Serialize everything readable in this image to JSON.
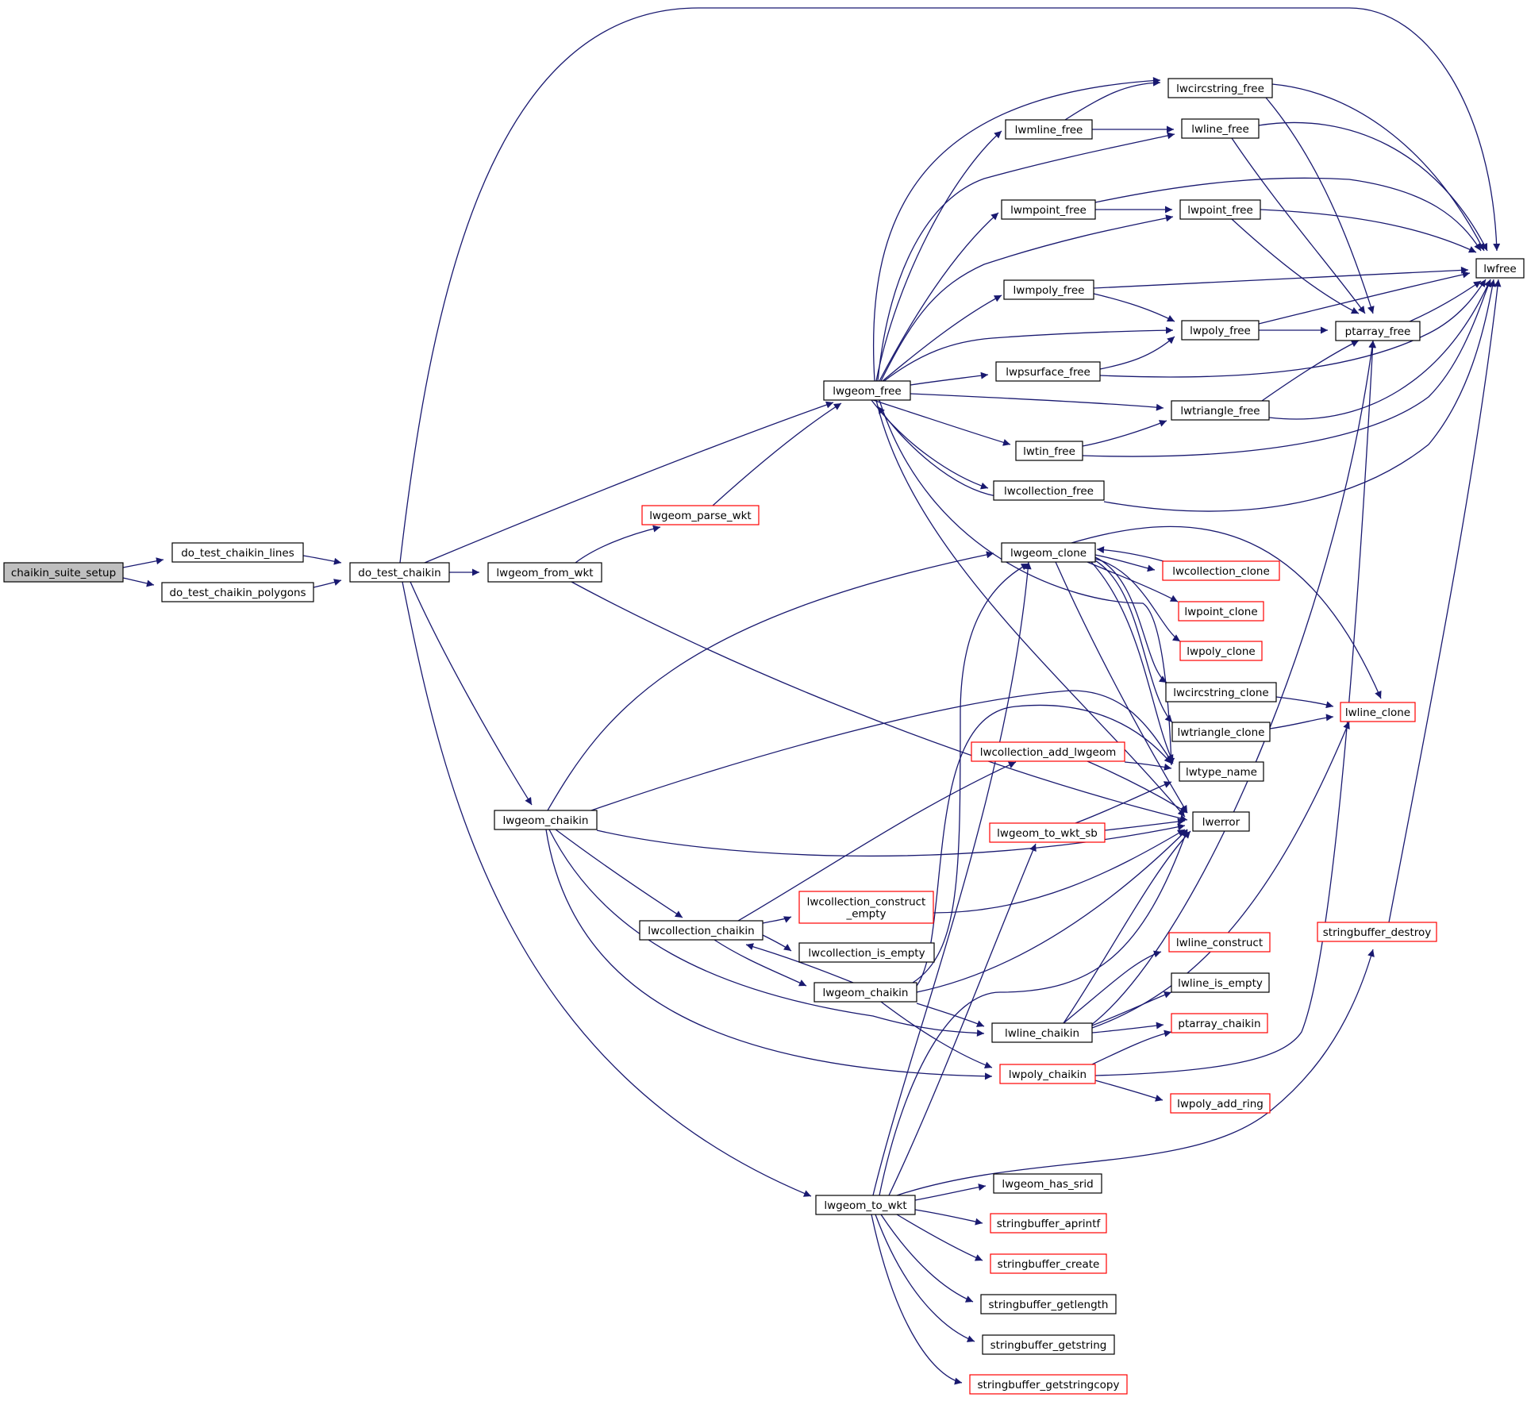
{
  "colors": {
    "edge": "#191970",
    "box_border": "#000000",
    "box_truncated_border": "#ff0000",
    "box_root_fill": "#bfbfbf",
    "box_fill": "#ffffff",
    "text": "#000000"
  },
  "nodes": [
    {
      "id": "chaikin_suite_setup",
      "label": "chaikin_suite_setup",
      "style": "root"
    },
    {
      "id": "do_test_chaikin_lines",
      "label": "do_test_chaikin_lines",
      "style": "normal"
    },
    {
      "id": "do_test_chaikin_polygons",
      "label": "do_test_chaikin_polygons",
      "style": "normal"
    },
    {
      "id": "do_test_chaikin",
      "label": "do_test_chaikin",
      "style": "normal"
    },
    {
      "id": "lwgeom_from_wkt",
      "label": "lwgeom_from_wkt",
      "style": "normal"
    },
    {
      "id": "lwgeom_parse_wkt",
      "label": "lwgeom_parse_wkt",
      "style": "truncated"
    },
    {
      "id": "lwgeom_free",
      "label": "lwgeom_free",
      "style": "normal"
    },
    {
      "id": "lwgeom_chaikin",
      "label": "lwgeom_chaikin",
      "style": "normal"
    },
    {
      "id": "lwgeom_to_wkt",
      "label": "lwgeom_to_wkt",
      "style": "normal"
    },
    {
      "id": "lwmline_free",
      "label": "lwmline_free",
      "style": "normal"
    },
    {
      "id": "lwmpoint_free",
      "label": "lwmpoint_free",
      "style": "normal"
    },
    {
      "id": "lwmpoly_free",
      "label": "lwmpoly_free",
      "style": "normal"
    },
    {
      "id": "lwpsurface_free",
      "label": "lwpsurface_free",
      "style": "normal"
    },
    {
      "id": "lwtin_free",
      "label": "lwtin_free",
      "style": "normal"
    },
    {
      "id": "lwcollection_free",
      "label": "lwcollection_free",
      "style": "normal"
    },
    {
      "id": "lwcircstring_free",
      "label": "lwcircstring_free",
      "style": "normal"
    },
    {
      "id": "lwline_free",
      "label": "lwline_free",
      "style": "normal"
    },
    {
      "id": "lwpoint_free",
      "label": "lwpoint_free",
      "style": "normal"
    },
    {
      "id": "lwpoly_free",
      "label": "lwpoly_free",
      "style": "normal"
    },
    {
      "id": "lwtriangle_free",
      "label": "lwtriangle_free",
      "style": "normal"
    },
    {
      "id": "ptarray_free",
      "label": "ptarray_free",
      "style": "normal"
    },
    {
      "id": "lwfree",
      "label": "lwfree",
      "style": "normal"
    },
    {
      "id": "lwgeom_clone",
      "label": "lwgeom_clone",
      "style": "normal"
    },
    {
      "id": "lwcollection_clone",
      "label": "lwcollection_clone",
      "style": "truncated"
    },
    {
      "id": "lwpoint_clone",
      "label": "lwpoint_clone",
      "style": "truncated"
    },
    {
      "id": "lwpoly_clone",
      "label": "lwpoly_clone",
      "style": "truncated"
    },
    {
      "id": "lwcircstring_clone",
      "label": "lwcircstring_clone",
      "style": "normal"
    },
    {
      "id": "lwtriangle_clone",
      "label": "lwtriangle_clone",
      "style": "normal"
    },
    {
      "id": "lwline_clone",
      "label": "lwline_clone",
      "style": "truncated"
    },
    {
      "id": "lwtype_name",
      "label": "lwtype_name",
      "style": "normal"
    },
    {
      "id": "lwerror",
      "label": "lwerror",
      "style": "normal"
    },
    {
      "id": "lwcollection_add_lwgeom",
      "label": "lwcollection_add_lwgeom",
      "style": "truncated"
    },
    {
      "id": "lwgeom_to_wkt_sb",
      "label": "lwgeom_to_wkt_sb",
      "style": "truncated"
    },
    {
      "id": "lwcollection_chaikin",
      "label": "lwcollection_chaikin",
      "style": "normal"
    },
    {
      "id": "lwcollection_construct_empty",
      "label": "lwcollection_construct\n_empty",
      "style": "truncated"
    },
    {
      "id": "lwcollection_is_empty",
      "label": "lwcollection_is_empty",
      "style": "normal"
    },
    {
      "id": "lwgeom_chaikin2",
      "label": "lwgeom_chaikin",
      "style": "normal"
    },
    {
      "id": "lwline_chaikin",
      "label": "lwline_chaikin",
      "style": "normal"
    },
    {
      "id": "lwpoly_chaikin",
      "label": "lwpoly_chaikin",
      "style": "truncated"
    },
    {
      "id": "lwline_construct",
      "label": "lwline_construct",
      "style": "truncated"
    },
    {
      "id": "lwline_is_empty",
      "label": "lwline_is_empty",
      "style": "normal"
    },
    {
      "id": "ptarray_chaikin",
      "label": "ptarray_chaikin",
      "style": "truncated"
    },
    {
      "id": "lwpoly_add_ring",
      "label": "lwpoly_add_ring",
      "style": "truncated"
    },
    {
      "id": "stringbuffer_destroy",
      "label": "stringbuffer_destroy",
      "style": "truncated"
    },
    {
      "id": "lwgeom_has_srid",
      "label": "lwgeom_has_srid",
      "style": "normal"
    },
    {
      "id": "stringbuffer_aprintf",
      "label": "stringbuffer_aprintf",
      "style": "truncated"
    },
    {
      "id": "stringbuffer_create",
      "label": "stringbuffer_create",
      "style": "truncated"
    },
    {
      "id": "stringbuffer_getlength",
      "label": "stringbuffer_getlength",
      "style": "normal"
    },
    {
      "id": "stringbuffer_getstring",
      "label": "stringbuffer_getstring",
      "style": "normal"
    },
    {
      "id": "stringbuffer_getstringcopy",
      "label": "stringbuffer_getstringcopy",
      "style": "truncated"
    }
  ],
  "edges": [
    {
      "from": "chaikin_suite_setup",
      "to": "do_test_chaikin_lines"
    },
    {
      "from": "chaikin_suite_setup",
      "to": "do_test_chaikin_polygons"
    },
    {
      "from": "do_test_chaikin_lines",
      "to": "do_test_chaikin"
    },
    {
      "from": "do_test_chaikin_polygons",
      "to": "do_test_chaikin"
    },
    {
      "from": "do_test_chaikin",
      "to": "lwfree"
    },
    {
      "from": "do_test_chaikin",
      "to": "lwgeom_free"
    },
    {
      "from": "do_test_chaikin",
      "to": "lwgeom_from_wkt"
    },
    {
      "from": "do_test_chaikin",
      "to": "lwgeom_chaikin"
    },
    {
      "from": "do_test_chaikin",
      "to": "lwgeom_to_wkt"
    },
    {
      "from": "lwgeom_from_wkt",
      "to": "lwgeom_parse_wkt"
    },
    {
      "from": "lwgeom_from_wkt",
      "to": "lwerror"
    },
    {
      "from": "lwgeom_parse_wkt",
      "to": "lwgeom_free"
    },
    {
      "from": "lwgeom_free",
      "to": "lwcircstring_free"
    },
    {
      "from": "lwgeom_free",
      "to": "lwmline_free"
    },
    {
      "from": "lwgeom_free",
      "to": "lwline_free"
    },
    {
      "from": "lwgeom_free",
      "to": "lwmpoint_free"
    },
    {
      "from": "lwgeom_free",
      "to": "lwpoint_free"
    },
    {
      "from": "lwgeom_free",
      "to": "lwmpoly_free"
    },
    {
      "from": "lwgeom_free",
      "to": "lwpoly_free"
    },
    {
      "from": "lwgeom_free",
      "to": "lwpsurface_free"
    },
    {
      "from": "lwgeom_free",
      "to": "lwtriangle_free"
    },
    {
      "from": "lwgeom_free",
      "to": "lwtin_free"
    },
    {
      "from": "lwgeom_free",
      "to": "lwcollection_free"
    },
    {
      "from": "lwgeom_free",
      "to": "lwtype_name"
    },
    {
      "from": "lwgeom_free",
      "to": "lwerror"
    },
    {
      "from": "lwcollection_free",
      "to": "lwgeom_free"
    },
    {
      "from": "lwmline_free",
      "to": "lwcircstring_free"
    },
    {
      "from": "lwmline_free",
      "to": "lwline_free"
    },
    {
      "from": "lwmpoint_free",
      "to": "lwfree"
    },
    {
      "from": "lwmpoint_free",
      "to": "lwpoint_free"
    },
    {
      "from": "lwmpoly_free",
      "to": "lwfree"
    },
    {
      "from": "lwmpoly_free",
      "to": "lwpoly_free"
    },
    {
      "from": "lwpsurface_free",
      "to": "lwpoly_free"
    },
    {
      "from": "lwpsurface_free",
      "to": "lwfree"
    },
    {
      "from": "lwtin_free",
      "to": "lwtriangle_free"
    },
    {
      "from": "lwtin_free",
      "to": "lwfree"
    },
    {
      "from": "lwcollection_free",
      "to": "lwfree"
    },
    {
      "from": "lwcircstring_free",
      "to": "lwfree"
    },
    {
      "from": "lwcircstring_free",
      "to": "ptarray_free"
    },
    {
      "from": "lwline_free",
      "to": "lwfree"
    },
    {
      "from": "lwline_free",
      "to": "ptarray_free"
    },
    {
      "from": "lwpoint_free",
      "to": "lwfree"
    },
    {
      "from": "lwpoint_free",
      "to": "ptarray_free"
    },
    {
      "from": "lwpoly_free",
      "to": "ptarray_free"
    },
    {
      "from": "lwpoly_free",
      "to": "lwfree"
    },
    {
      "from": "lwtriangle_free",
      "to": "ptarray_free"
    },
    {
      "from": "lwtriangle_free",
      "to": "lwfree"
    },
    {
      "from": "ptarray_free",
      "to": "lwfree"
    },
    {
      "from": "lwgeom_chaikin",
      "to": "lwgeom_clone"
    },
    {
      "from": "lwgeom_chaikin",
      "to": "lwtype_name"
    },
    {
      "from": "lwgeom_chaikin",
      "to": "lwerror"
    },
    {
      "from": "lwgeom_chaikin",
      "to": "lwcollection_chaikin"
    },
    {
      "from": "lwgeom_chaikin",
      "to": "lwline_chaikin"
    },
    {
      "from": "lwgeom_chaikin",
      "to": "lwpoly_chaikin"
    },
    {
      "from": "lwgeom_clone",
      "to": "lwcollection_clone"
    },
    {
      "from": "lwgeom_clone",
      "to": "lwpoint_clone"
    },
    {
      "from": "lwgeom_clone",
      "to": "lwpoly_clone"
    },
    {
      "from": "lwgeom_clone",
      "to": "lwcircstring_clone"
    },
    {
      "from": "lwgeom_clone",
      "to": "lwtriangle_clone"
    },
    {
      "from": "lwgeom_clone",
      "to": "lwline_clone"
    },
    {
      "from": "lwgeom_clone",
      "to": "lwtype_name"
    },
    {
      "from": "lwgeom_clone",
      "to": "lwerror"
    },
    {
      "from": "lwcollection_clone",
      "to": "lwgeom_clone"
    },
    {
      "from": "lwcircstring_clone",
      "to": "lwline_clone"
    },
    {
      "from": "lwtriangle_clone",
      "to": "lwline_clone"
    },
    {
      "from": "lwcollection_add_lwgeom",
      "to": "lwtype_name"
    },
    {
      "from": "lwcollection_add_lwgeom",
      "to": "lwerror"
    },
    {
      "from": "lwgeom_to_wkt_sb",
      "to": "lwtype_name"
    },
    {
      "from": "lwgeom_to_wkt_sb",
      "to": "lwerror"
    },
    {
      "from": "lwcollection_chaikin",
      "to": "lwcollection_add_lwgeom"
    },
    {
      "from": "lwcollection_chaikin",
      "to": "lwcollection_construct_empty"
    },
    {
      "from": "lwcollection_chaikin",
      "to": "lwcollection_is_empty"
    },
    {
      "from": "lwcollection_chaikin",
      "to": "lwgeom_chaikin2"
    },
    {
      "from": "lwcollection_construct_empty",
      "to": "lwerror"
    },
    {
      "from": "lwgeom_chaikin2",
      "to": "lwcollection_chaikin"
    },
    {
      "from": "lwgeom_chaikin2",
      "to": "lwgeom_clone"
    },
    {
      "from": "lwgeom_chaikin2",
      "to": "lwtype_name"
    },
    {
      "from": "lwgeom_chaikin2",
      "to": "lwerror"
    },
    {
      "from": "lwgeom_chaikin2",
      "to": "lwline_chaikin"
    },
    {
      "from": "lwgeom_chaikin2",
      "to": "lwpoly_chaikin"
    },
    {
      "from": "lwline_chaikin",
      "to": "lwline_construct"
    },
    {
      "from": "lwline_chaikin",
      "to": "lwline_is_empty"
    },
    {
      "from": "lwline_chaikin",
      "to": "ptarray_chaikin"
    },
    {
      "from": "lwline_chaikin",
      "to": "lwline_clone"
    },
    {
      "from": "lwline_chaikin",
      "to": "lwerror"
    },
    {
      "from": "lwline_chaikin",
      "to": "ptarray_free"
    },
    {
      "from": "lwpoly_chaikin",
      "to": "ptarray_chaikin"
    },
    {
      "from": "lwpoly_chaikin",
      "to": "lwpoly_add_ring"
    },
    {
      "from": "lwpoly_chaikin",
      "to": "ptarray_free"
    },
    {
      "from": "stringbuffer_destroy",
      "to": "lwfree"
    },
    {
      "from": "lwgeom_to_wkt",
      "to": "lwgeom_to_wkt_sb"
    },
    {
      "from": "lwgeom_to_wkt",
      "to": "lwgeom_clone"
    },
    {
      "from": "lwgeom_to_wkt",
      "to": "lwerror"
    },
    {
      "from": "lwgeom_to_wkt",
      "to": "stringbuffer_destroy"
    },
    {
      "from": "lwgeom_to_wkt",
      "to": "lwgeom_has_srid"
    },
    {
      "from": "lwgeom_to_wkt",
      "to": "stringbuffer_aprintf"
    },
    {
      "from": "lwgeom_to_wkt",
      "to": "stringbuffer_create"
    },
    {
      "from": "lwgeom_to_wkt",
      "to": "stringbuffer_getlength"
    },
    {
      "from": "lwgeom_to_wkt",
      "to": "stringbuffer_getstring"
    },
    {
      "from": "lwgeom_to_wkt",
      "to": "stringbuffer_getstringcopy"
    }
  ]
}
